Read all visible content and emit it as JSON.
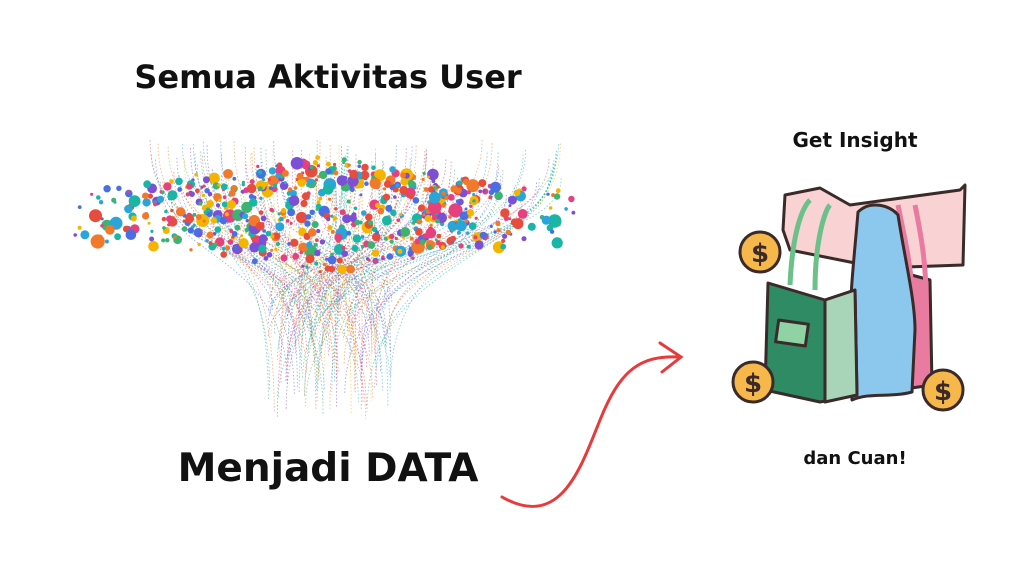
{
  "heading": "Semua Aktivitas User",
  "subheading": "Menjadi DATA",
  "insight_top": "Get Insight",
  "insight_bottom": "dan Cuan!",
  "coin_symbol": "$",
  "palette": [
    "#e6417d",
    "#2aa5d9",
    "#f5b400",
    "#3cb371",
    "#7b4fd6",
    "#f07a2a",
    "#19b5a5",
    "#e74c3c",
    "#4a6fe3"
  ],
  "colors": {
    "arrow": "#e8393b",
    "bag_green": "#2e8b63",
    "bag_blue": "#8cc8ee",
    "bag_pink": "#e97aa0",
    "arm": "#f9d3d3",
    "coin": "#f6b84a",
    "outline": "#3a2a2a"
  }
}
